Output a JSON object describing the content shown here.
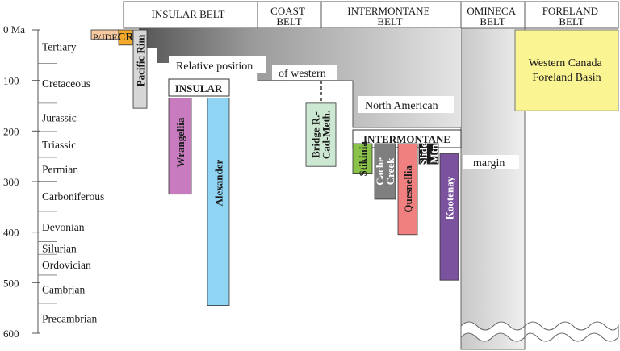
{
  "belts": [
    {
      "id": "insular",
      "label": [
        "INSULAR BELT"
      ]
    },
    {
      "id": "coast",
      "label": [
        "COAST",
        "BELT"
      ]
    },
    {
      "id": "intermontane",
      "label": [
        "INTERMONTANE",
        "BELT"
      ]
    },
    {
      "id": "omineca",
      "label": [
        "OMINECA",
        "BELT"
      ]
    },
    {
      "id": "foreland",
      "label": [
        "FORELAND",
        "BELT"
      ]
    }
  ],
  "axis": {
    "unit_label": "0 Ma",
    "ticks": [
      100,
      200,
      300,
      400,
      500,
      600
    ],
    "max": 600,
    "periods": [
      {
        "name": "Tertiary",
        "start": 0,
        "end": 66
      },
      {
        "name": "Cretaceous",
        "start": 66,
        "end": 145
      },
      {
        "name": "Jurassic",
        "start": 145,
        "end": 201
      },
      {
        "name": "Triassic",
        "start": 201,
        "end": 252
      },
      {
        "name": "Permian",
        "start": 252,
        "end": 299
      },
      {
        "name": "Carboniferous",
        "start": 299,
        "end": 359
      },
      {
        "name": "Devonian",
        "start": 359,
        "end": 419
      },
      {
        "name": "Silurian",
        "start": 419,
        "end": 444
      },
      {
        "name": "Ordovician",
        "start": 444,
        "end": 485
      },
      {
        "name": "Cambrian",
        "start": 485,
        "end": 541
      },
      {
        "name": "Precambrian",
        "start": 541,
        "end": 600
      }
    ]
  },
  "groups": {
    "insular": "INSULAR",
    "intermontane": "INTERMONTANE"
  },
  "margin_labels": [
    "Relative position",
    "of western",
    "North American",
    "margin"
  ],
  "terranes": [
    {
      "id": "pjdf",
      "label": "P/JDF",
      "color": "#f6c9a0",
      "top_ma": 0,
      "bottom_ma": 18,
      "vertical": false
    },
    {
      "id": "cr",
      "label": "CR",
      "color": "#f3a92c",
      "top_ma": 0,
      "bottom_ma": 30,
      "vertical": false
    },
    {
      "id": "pacific-rim",
      "label": "Pacific Rim",
      "color": "#d6d6d6",
      "top_ma": 0,
      "bottom_ma": 155,
      "vertical": true
    },
    {
      "id": "wrangellia",
      "label": "Wrangellia",
      "color": "#c97bc0",
      "top_ma": 135,
      "bottom_ma": 325,
      "vertical": true
    },
    {
      "id": "alexander",
      "label": "Alexander",
      "color": "#8fd4f2",
      "top_ma": 135,
      "bottom_ma": 545,
      "vertical": true
    },
    {
      "id": "bridge-river",
      "label": "Bridge R.-Cad-Meth.",
      "color": "#cde8d2",
      "top_ma": 145,
      "bottom_ma": 270,
      "vertical": true
    },
    {
      "id": "stikinia",
      "label": "Stikinia",
      "color": "#8bc34a",
      "top_ma": 225,
      "bottom_ma": 285,
      "vertical": true
    },
    {
      "id": "cache-creek",
      "label": "Cache Creek",
      "color": "#7f7f7f",
      "top_ma": 225,
      "bottom_ma": 335,
      "vertical": true
    },
    {
      "id": "quesnellia",
      "label": "Quesnellia",
      "color": "#f08080",
      "top_ma": 225,
      "bottom_ma": 405,
      "vertical": true
    },
    {
      "id": "slide-mtn",
      "label": "Slide Mtn",
      "color": "#1a1a1a",
      "top_ma": 225,
      "bottom_ma": 265,
      "vertical": true
    },
    {
      "id": "kootenay",
      "label": "Kootenay",
      "color": "#7b529e",
      "top_ma": 245,
      "bottom_ma": 495,
      "vertical": true
    }
  ],
  "basin": {
    "label": [
      "Western Canada",
      "Foreland Basin"
    ],
    "color": "#fbf493",
    "top_ma": 0,
    "bottom_ma": 160
  }
}
